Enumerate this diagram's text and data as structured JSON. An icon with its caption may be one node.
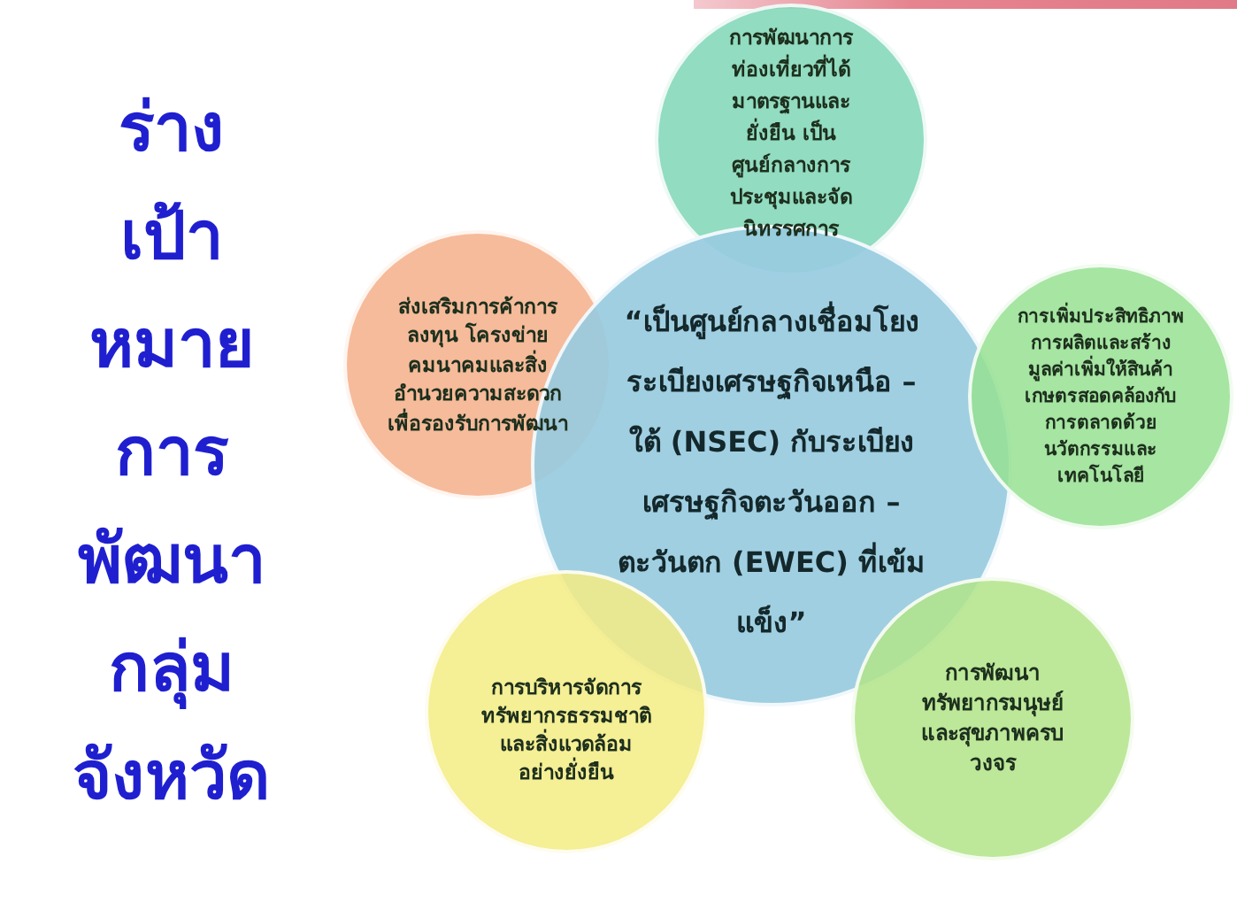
{
  "diagram": {
    "title": "ร่างเป้าหมายการพัฒนากลุ่มจังหวัด",
    "nodes": [
      {
        "text": [
          "การพัฒนาการท่องเที่ยวที่ได้มาตรฐานและยั่งยืน เป็นศูนย์กลางการประชุมและจัดนิทรรศการ"
        ]
      },
      {
        "text": [
          "ส่งเสริมการค้าการลงทุน โครงข่ายคมนาคมและสิ่งอำนวยความสะดวกเพื่อรองรับการพัฒนา"
        ]
      },
      {
        "text": [
          "“เป็นศูนย์กลางเชื่อมโยงระเบียงเศรษฐกิจเหนือ – ใต้ (NSEC) กับระเบียงเศรษฐกิจตะวันออก – ตะวันตก (EWEC) ที่เข้มแข็ง”"
        ]
      },
      {
        "text": [
          "การเพิ่มประสิทธิภาพการผลิตและสร้างมูลค่าเพิ่มให้สินค้าเกษตรสอดคล้องกับการตลาดด้วยนวัตกรรมและเทคโนโลยี"
        ]
      },
      {
        "text": [
          "การบริหารจัดการทรัพยากรธรรมชาติและสิ่งแวดล้อมอย่างยั่งยืน"
        ]
      },
      {
        "text": [
          "การพัฒนาทรัพยากรมนุษย์และสุขภาพครบวงจร"
        ]
      }
    ]
  }
}
